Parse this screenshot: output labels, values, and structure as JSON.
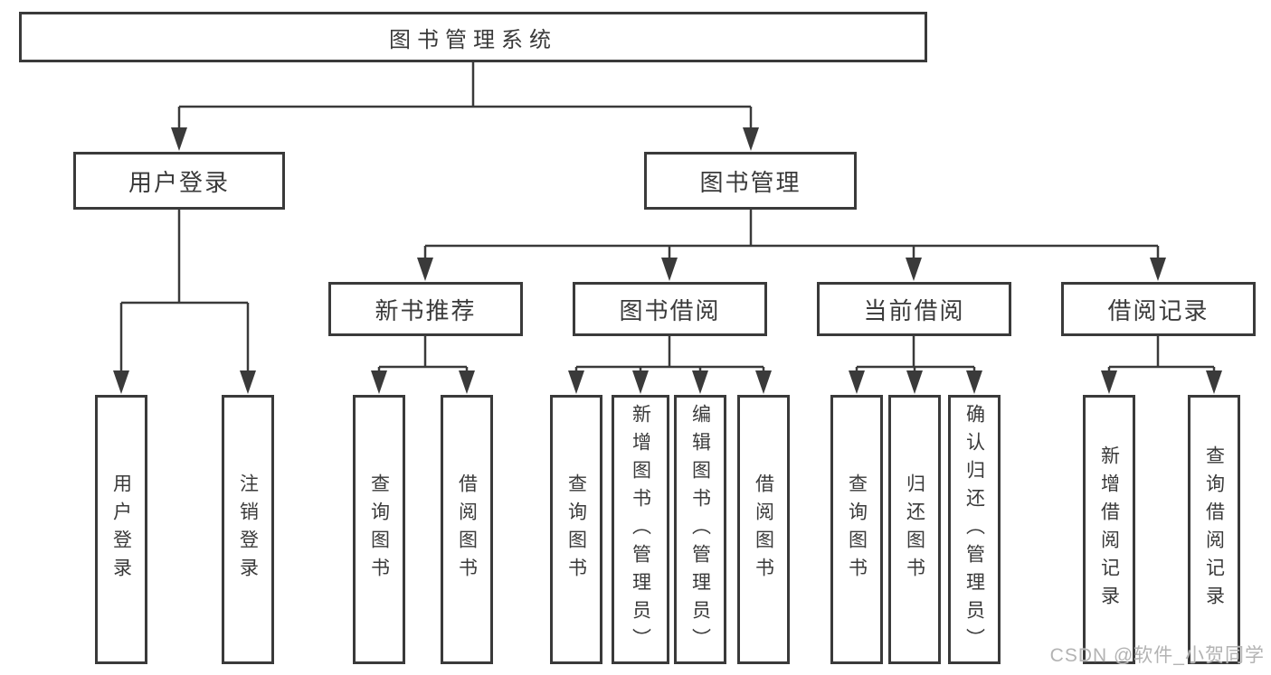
{
  "diagram_title": "图书管理系统",
  "colors": {
    "line": "#3a3a3a",
    "box_border": "#3a3a3a",
    "text": "#3a3a3a",
    "watermark": "#b3b3b3",
    "background": "#ffffff"
  },
  "tree": {
    "label": "图书管理系统",
    "children": [
      {
        "label": "用户登录",
        "children": [
          {
            "label": "用户登录"
          },
          {
            "label": "注销登录"
          }
        ]
      },
      {
        "label": "图书管理",
        "children": [
          {
            "label": "新书推荐",
            "children": [
              {
                "label": "查询图书"
              },
              {
                "label": "借阅图书"
              }
            ]
          },
          {
            "label": "图书借阅",
            "children": [
              {
                "label": "查询图书"
              },
              {
                "label": "新增图书（管理员）"
              },
              {
                "label": "编辑图书（管理员）"
              },
              {
                "label": "借阅图书"
              }
            ]
          },
          {
            "label": "当前借阅",
            "children": [
              {
                "label": "查询图书"
              },
              {
                "label": "归还图书"
              },
              {
                "label": "确认归还（管理员）"
              }
            ]
          },
          {
            "label": "借阅记录",
            "children": [
              {
                "label": "新增借阅记录"
              },
              {
                "label": "查询借阅记录"
              }
            ]
          }
        ]
      }
    ]
  },
  "watermark": {
    "text": "CSDN @软件_小贺同学"
  }
}
